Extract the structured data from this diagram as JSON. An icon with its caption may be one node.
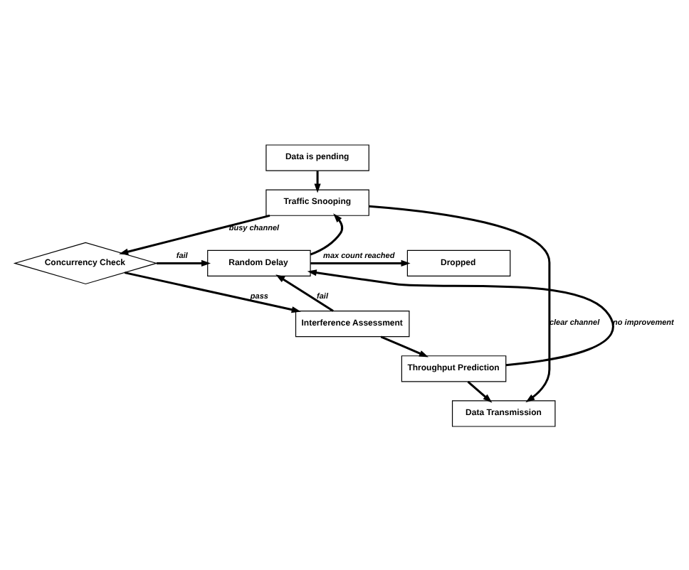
{
  "diagram": {
    "nodes": [
      {
        "text": [
          "Data is pending"
        ]
      },
      {
        "text": [
          "Traffic Snooping"
        ]
      },
      {
        "text": [
          "Concurrency Check"
        ]
      },
      {
        "text": [
          "Random Delay"
        ]
      },
      {
        "text": [
          "Dropped"
        ]
      },
      {
        "text": [
          "Interference Assessment"
        ]
      },
      {
        "text": [
          "Throughput Prediction"
        ]
      },
      {
        "text": [
          "Data Transmission"
        ]
      }
    ],
    "edges": [
      {
        "from": 0,
        "to": 1,
        "arrow": "to"
      },
      {
        "from": 1,
        "to": 2,
        "arrow": "to",
        "label": "busy channel"
      },
      {
        "from": 2,
        "to": 3,
        "arrow": "to",
        "label": "fail"
      },
      {
        "from": 2,
        "to": 5,
        "arrow": "to",
        "label": "pass"
      },
      {
        "from": 3,
        "to": 1,
        "arrow": "to"
      },
      {
        "from": 3,
        "to": 4,
        "arrow": "to",
        "label": "max count reached"
      },
      {
        "from": 5,
        "to": 3,
        "arrow": "to",
        "label": "fail"
      },
      {
        "from": 5,
        "to": 6,
        "arrow": "to"
      },
      {
        "from": 6,
        "to": 3,
        "arrow": "to",
        "label": "no improvement"
      },
      {
        "from": 6,
        "to": 7,
        "arrow": "to"
      },
      {
        "from": 1,
        "to": 7,
        "arrow": "to",
        "label": "clear channel"
      }
    ]
  }
}
